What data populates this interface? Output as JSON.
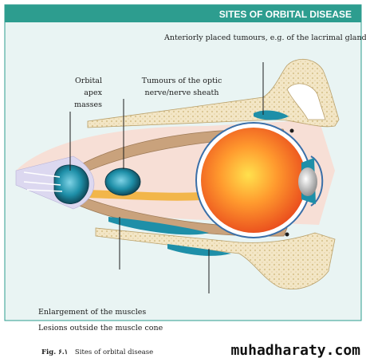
{
  "header": {
    "title": "SITES OF ORBITAL DISEASE"
  },
  "labels": {
    "anterior": "Anteriorly placed  tumours, e.g. of the  lacrimal gland",
    "apex_1": "Orbital",
    "apex_2": "apex",
    "apex_3": "masses",
    "optic_1": "Tumours of the optic",
    "optic_2": "nerve/nerve sheath",
    "muscles": "Enlargement of the muscles",
    "outside": "Lesions outside  the muscle cone"
  },
  "caption": {
    "fig_num": "Fig. ۶.۱",
    "text": "Sites of orbital disease"
  },
  "watermark": "muhadharaty.com",
  "colors": {
    "header_bg": "#2d9d8f",
    "panel_bg": "#e9f4f3",
    "frame": "#2d9d8f",
    "bone": "#f3e6c6",
    "muscle": "#c9a27c",
    "lesion": "#1e8fa8",
    "nerve": "#f2b64a"
  }
}
